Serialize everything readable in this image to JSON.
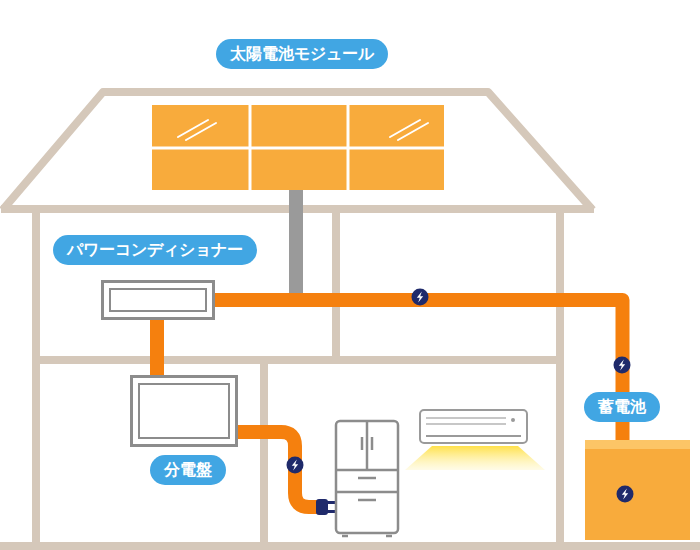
{
  "diagram": {
    "nodes": [
      {
        "text": [
          "太陽電池モジュール"
        ]
      },
      {
        "text": [
          "パワーコンディショナー"
        ]
      },
      {
        "text": [
          "分電盤"
        ]
      },
      {
        "text": [
          "蓄電池"
        ]
      }
    ],
    "edges": [
      {
        "from": 0,
        "to": 1,
        "arrow": "none"
      },
      {
        "from": 1,
        "to": 3,
        "arrow": "none"
      },
      {
        "from": 1,
        "to": 2,
        "arrow": "none"
      }
    ]
  }
}
